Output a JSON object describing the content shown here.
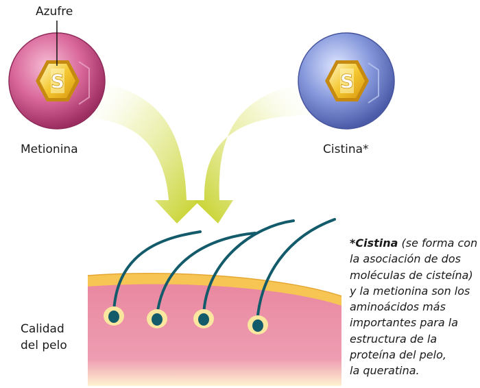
{
  "labels": {
    "sulfur": "Azufre",
    "methionine": "Metionina",
    "cystine": "Cistina*",
    "hair_quality_line1": "Calidad",
    "hair_quality_line2": "del pelo"
  },
  "atom": {
    "symbol": "S"
  },
  "footnote": {
    "term": "*Cistina",
    "line1_rest": " (se forma con",
    "line2": "la asociación de dos",
    "line3": "moléculas de cisteína)",
    "line4": "y la metionina son los",
    "line5": "aminoácidos más",
    "line6": "importantes para la",
    "line7": "estructura de la",
    "line8": "proteína del pelo,",
    "line9": "la queratina."
  },
  "colors": {
    "methionine_sphere": "#c0457a",
    "cystine_sphere": "#6b7fc9",
    "arrow": "#c9d32a",
    "scalp_skin": "#e98fa6",
    "scalp_top_layer": "#f6c956",
    "hair": "#135b6b",
    "sulfur_gem": "#f2c12e"
  }
}
